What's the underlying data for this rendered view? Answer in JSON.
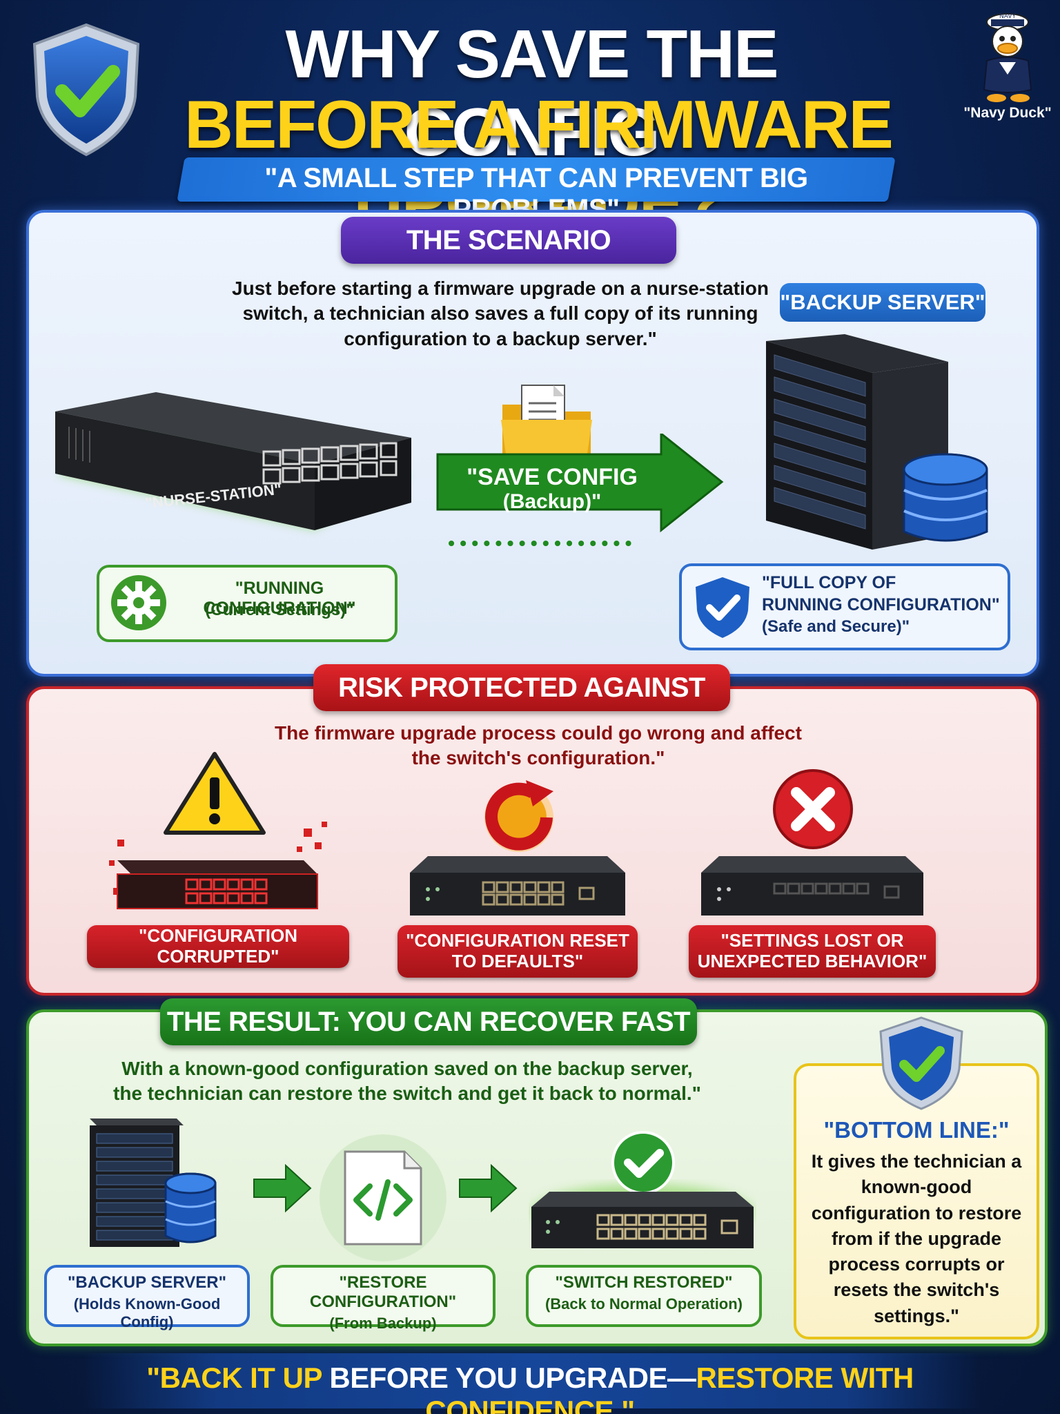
{
  "header": {
    "title_line1": "WHY SAVE THE CONFIG",
    "title_line2": "BEFORE A FIRMWARE UPGRADE?",
    "subtitle": "\"A SMALL STEP THAT CAN PREVENT BIG PROBLEMS\"",
    "mascot_label": "\"Navy Duck\"",
    "mascot_cap_text": "NAVY"
  },
  "scenario": {
    "heading": "THE SCENARIO",
    "text": "Just before starting a firmware upgrade on a nurse-station switch, a technician also saves a full copy of its running configuration to a backup server.\"",
    "switch_label": "\"NURSE-STATION\"",
    "arrow_label_line1": "\"SAVE CONFIG",
    "arrow_label_line2": "(Backup)\"",
    "backup_server_label": "\"BACKUP SERVER\"",
    "running_config_title": "\"RUNNING CONFIGURATION\"",
    "running_config_sub": "(Current Settings)\"",
    "full_copy_line1": "\"FULL COPY OF",
    "full_copy_line2": "RUNNING CONFIGURATION\"",
    "full_copy_line3": "(Safe and Secure)\""
  },
  "risk": {
    "heading": "RISK PROTECTED AGAINST",
    "text": "The firmware upgrade process could go wrong and affect the switch's configuration.\"",
    "items": [
      {
        "label": "\"CONFIGURATION CORRUPTED\""
      },
      {
        "label": "\"CONFIGURATION RESET TO DEFAULTS\""
      },
      {
        "label": "\"SETTINGS LOST OR UNEXPECTED BEHAVIOR\""
      }
    ]
  },
  "result": {
    "heading": "THE RESULT: YOU CAN RECOVER FAST",
    "text": "With a known-good configuration saved on the backup server, the technician can restore the switch and get it back to normal.\"",
    "steps": [
      {
        "title": "\"BACKUP SERVER\"",
        "sub": "(Holds Known-Good Config)"
      },
      {
        "title": "\"RESTORE CONFIGURATION\"",
        "sub": "(From Backup)"
      },
      {
        "title": "\"SWITCH RESTORED\"",
        "sub": "(Back to Normal Operation)"
      }
    ],
    "bottom_line_title": "\"BOTTOM LINE:\"",
    "bottom_line_text": "It gives the technician a known-good configuration to restore from if the upgrade process corrupts or resets the switch's settings.\""
  },
  "footer": {
    "part1": "\"BACK IT UP ",
    "part2": "BEFORE YOU UPGRADE—",
    "part3": "RESTORE WITH CONFIDENCE.\""
  },
  "colors": {
    "title_yellow": "#ffd21a",
    "scenario_purple": "#5a30b4",
    "risk_red": "#c8252a",
    "result_green": "#2b9a30",
    "backup_blue": "#2e6ed0"
  },
  "icons": [
    "shield-check-icon",
    "duck-mascot-icon",
    "gear-icon",
    "folder-document-icon",
    "arrow-right-icon",
    "warning-icon",
    "reset-icon",
    "x-icon",
    "checkmark-icon",
    "code-document-icon",
    "database-icon"
  ]
}
